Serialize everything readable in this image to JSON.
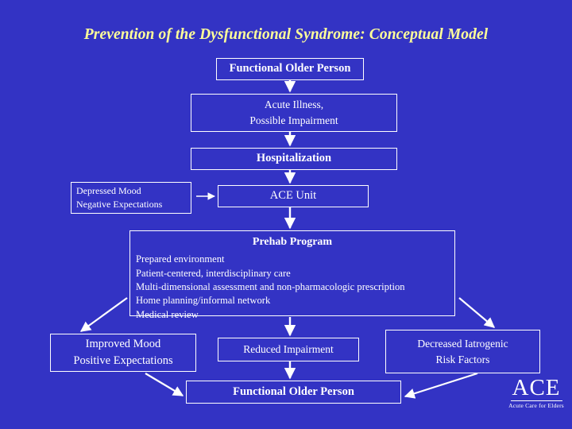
{
  "slide": {
    "background_color": "#3333c4",
    "title": "Prevention of the Dysfunctional Syndrome: Conceptual Model",
    "title_color": "#ffff99",
    "text_color": "#ffffff"
  },
  "nodes": {
    "functional_older_person_top": "Functional Older Person",
    "acute_illness_line1": "Acute Illness,",
    "acute_illness_line2": "Possible Impairment",
    "hospitalization": "Hospitalization",
    "depressed_line1": "Depressed Mood",
    "depressed_line2": "Negative Expectations",
    "ace_unit": "ACE Unit",
    "prehab_title": "Prehab Program",
    "prehab_items": [
      "Prepared environment",
      "Patient-centered, interdisciplinary care",
      "Multi-dimensional assessment and non-pharmacologic prescription",
      "Home planning/informal network",
      "Medical review"
    ],
    "improved_line1": "Improved Mood",
    "improved_line2": "Positive Expectations",
    "reduced_impairment": "Reduced Impairment",
    "decreased_line1": "Decreased Iatrogenic",
    "decreased_line2": "Risk Factors",
    "functional_older_person_bottom": "Functional Older Person"
  },
  "logo": {
    "word": "ACE",
    "tagline": "Acute Care for Elders"
  }
}
